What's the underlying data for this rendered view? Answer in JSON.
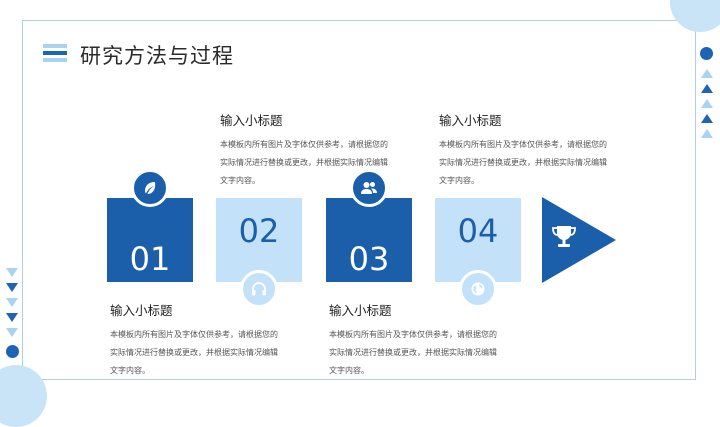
{
  "page": {
    "title": "研究方法与过程"
  },
  "colors": {
    "dark_blue": "#1b5ea9",
    "light_blue": "#c3e2f9",
    "frame": "#a9cfe9"
  },
  "steps": [
    {
      "number": "01",
      "icon": "leaf-icon"
    },
    {
      "number": "02",
      "icon": "headphones-icon"
    },
    {
      "number": "03",
      "icon": "users-icon"
    },
    {
      "number": "04",
      "icon": "globe-icon"
    }
  ],
  "final_icon": "trophy-icon",
  "text_blocks": [
    {
      "heading": "输入小标题",
      "lines": [
        "本模板内所有图片及字体仅供参考，请根据您的",
        "实际情况进行替换或更改，并根据实际情况编辑",
        "文字内容。"
      ]
    },
    {
      "heading": "输入小标题",
      "lines": [
        "本模板内所有图片及字体仅供参考，请根据您的",
        "实际情况进行替换或更改，并根据实际情况编辑",
        "文字内容。"
      ]
    },
    {
      "heading": "输入小标题",
      "lines": [
        "本模板内所有图片及字体仅供参考，请根据您的",
        "实际情况进行替换或更改，并根据实际情况编辑",
        "文字内容。"
      ]
    },
    {
      "heading": "输入小标题",
      "lines": [
        "本模板内所有图片及字体仅供参考，请根据您的",
        "实际情况进行替换或更改，并根据实际情况编辑",
        "文字内容。"
      ]
    }
  ]
}
